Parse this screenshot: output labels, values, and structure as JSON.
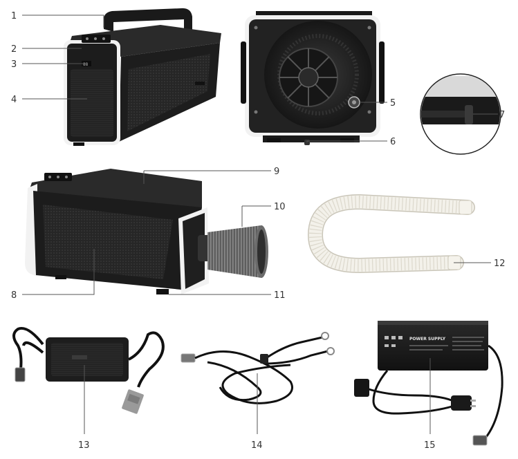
{
  "callouts": [
    {
      "id": "1",
      "text": "1"
    },
    {
      "id": "2",
      "text": "2"
    },
    {
      "id": "3",
      "text": "3"
    },
    {
      "id": "4",
      "text": "4"
    },
    {
      "id": "5",
      "text": "5"
    },
    {
      "id": "6",
      "text": "6"
    },
    {
      "id": "7",
      "text": "7"
    },
    {
      "id": "8",
      "text": "8"
    },
    {
      "id": "9",
      "text": "9"
    },
    {
      "id": "10",
      "text": "10"
    },
    {
      "id": "11",
      "text": "11"
    },
    {
      "id": "12",
      "text": "12"
    },
    {
      "id": "13",
      "text": "13"
    },
    {
      "id": "14",
      "text": "14"
    },
    {
      "id": "15",
      "text": "15"
    }
  ],
  "power_supply_label": "POWER SUPPLY",
  "colors": {
    "body": "#1e1e1e",
    "body_dark": "#111111",
    "frame": "#f2f2f2",
    "hose": "#f1f0ea",
    "lead": "#555555"
  }
}
